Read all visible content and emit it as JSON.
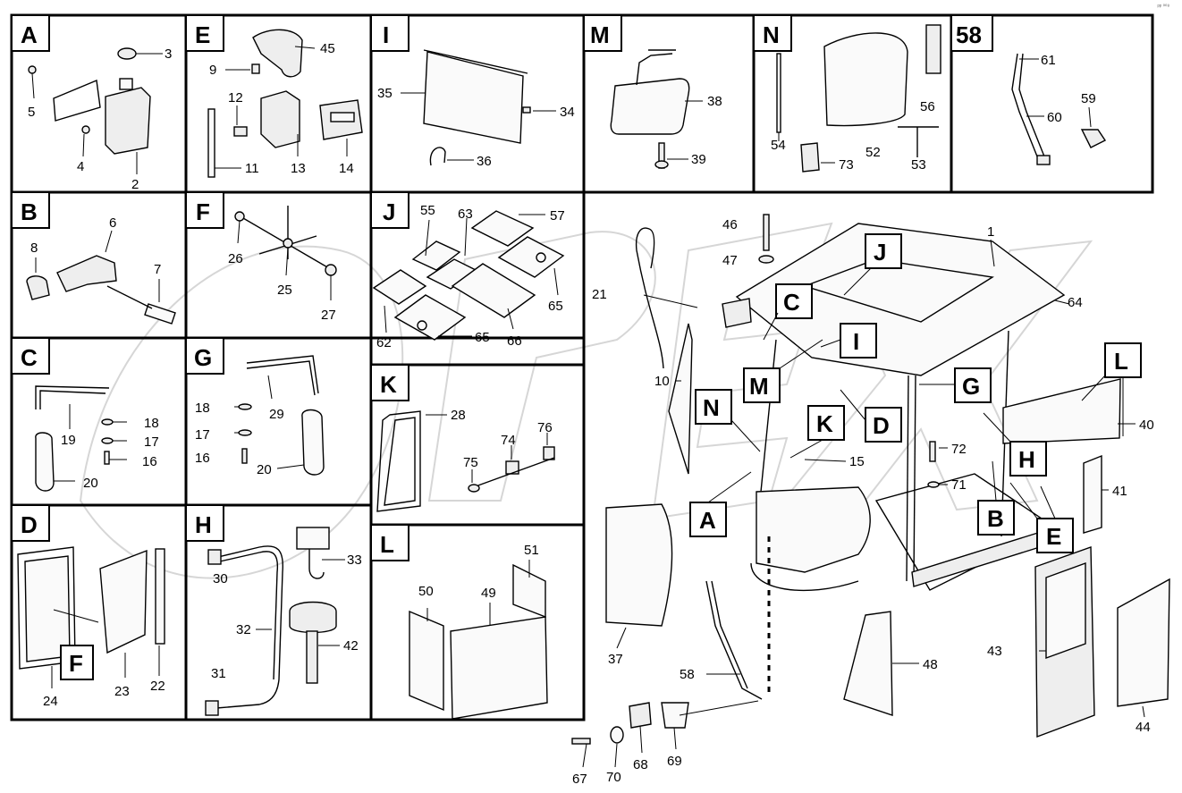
{
  "corner_tag": "ᵖᵖ ⁰⁰⁸",
  "panels": {
    "A": {
      "letter": "A",
      "callouts": [
        "3",
        "5",
        "4",
        "2"
      ]
    },
    "E": {
      "letter": "E",
      "callouts": [
        "45",
        "9",
        "12",
        "11",
        "13",
        "14"
      ]
    },
    "I": {
      "letter": "I",
      "callouts": [
        "35",
        "34",
        "36"
      ]
    },
    "M": {
      "letter": "M",
      "callouts": [
        "38",
        "39"
      ]
    },
    "N": {
      "letter": "N",
      "callouts": [
        "56",
        "54",
        "52",
        "73",
        "53"
      ]
    },
    "58": {
      "letter": "58",
      "callouts": [
        "61",
        "59",
        "60"
      ]
    },
    "B": {
      "letter": "B",
      "callouts": [
        "6",
        "8",
        "7"
      ]
    },
    "F": {
      "letter": "F",
      "callouts": [
        "26",
        "25",
        "27"
      ]
    },
    "J": {
      "letter": "J",
      "callouts": [
        "55",
        "63",
        "57",
        "65",
        "62",
        "65",
        "66"
      ]
    },
    "C": {
      "letter": "C",
      "callouts": [
        "18",
        "19",
        "17",
        "16",
        "20"
      ]
    },
    "G": {
      "letter": "G",
      "callouts": [
        "29",
        "18",
        "17",
        "16",
        "20"
      ]
    },
    "K": {
      "letter": "K",
      "callouts": [
        "28",
        "76",
        "74",
        "75"
      ]
    },
    "D": {
      "letter": "D",
      "callouts": [
        "24",
        "23",
        "22"
      ]
    },
    "H": {
      "letter": "H",
      "callouts": [
        "33",
        "30",
        "32",
        "42",
        "31"
      ]
    },
    "L": {
      "letter": "L",
      "callouts": [
        "51",
        "50",
        "49"
      ]
    }
  },
  "inner_letters": {
    "D_F": "F"
  },
  "main": {
    "callouts": [
      "46",
      "1",
      "47",
      "21",
      "64",
      "10",
      "40",
      "72",
      "15",
      "71",
      "41",
      "37",
      "58",
      "48",
      "43",
      "44",
      "67",
      "70",
      "68",
      "69"
    ],
    "letters": [
      "J",
      "C",
      "I",
      "M",
      "G",
      "L",
      "N",
      "K",
      "D",
      "H",
      "A",
      "B",
      "E"
    ]
  },
  "watermark_text": "OPEX"
}
